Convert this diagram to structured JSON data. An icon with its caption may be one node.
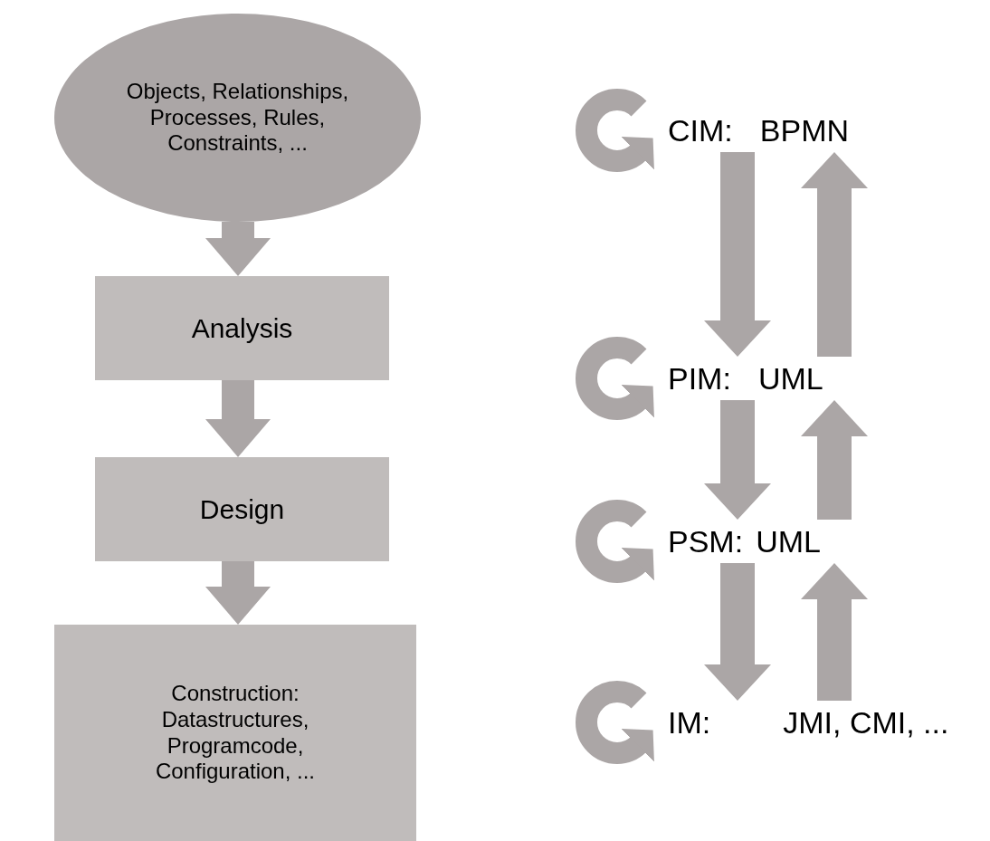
{
  "diagram": {
    "nodes": [
      {
        "text": [
          "Objects, Relationships, Processes, Rules, Constraints, ..."
        ]
      },
      {
        "text": [
          "Analysis"
        ]
      },
      {
        "text": [
          "Design"
        ]
      },
      {
        "text": [
          "Construction: Datastructures, Programcode, Configuration, ..."
        ]
      },
      {
        "text": [
          "CIM:",
          "BPMN"
        ]
      },
      {
        "text": [
          "PIM:",
          "UML"
        ]
      },
      {
        "text": [
          "PSM:",
          "UML"
        ]
      },
      {
        "text": [
          "IM:",
          "JMI, CMI, ..."
        ]
      }
    ],
    "edges": [
      {
        "from": 0,
        "to": 1,
        "arrow": "to"
      },
      {
        "from": 1,
        "to": 2,
        "arrow": "to"
      },
      {
        "from": 2,
        "to": 3,
        "arrow": "to"
      },
      {
        "from": 4,
        "to": 4,
        "arrow": "to"
      },
      {
        "from": 4,
        "to": 5,
        "arrow": "to"
      },
      {
        "from": 5,
        "to": 4,
        "arrow": "to"
      },
      {
        "from": 5,
        "to": 5,
        "arrow": "to"
      },
      {
        "from": 5,
        "to": 6,
        "arrow": "to"
      },
      {
        "from": 6,
        "to": 5,
        "arrow": "to"
      },
      {
        "from": 6,
        "to": 6,
        "arrow": "to"
      },
      {
        "from": 6,
        "to": 7,
        "arrow": "to"
      },
      {
        "from": 7,
        "to": 6,
        "arrow": "to"
      },
      {
        "from": 7,
        "to": 7,
        "arrow": "to"
      }
    ]
  }
}
